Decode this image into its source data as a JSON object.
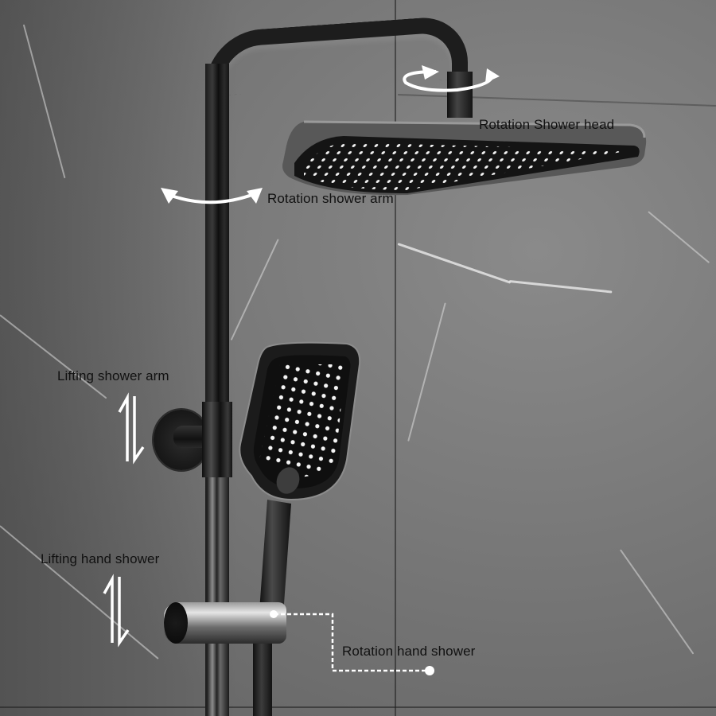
{
  "image": {
    "subject": "Shower system with rotating/lifting features",
    "background": "grey marble tile wall"
  },
  "annotations": [
    {
      "id": "rotation-shower-head",
      "label": "Rotation Shower head",
      "icon": "circular-rotation-arrow-icon"
    },
    {
      "id": "rotation-shower-arm",
      "label": "Rotation shower arm",
      "icon": "double-headed-curved-arrow-icon"
    },
    {
      "id": "lifting-shower-arm",
      "label": "Lifting shower arm",
      "icon": "up-down-arrows-icon"
    },
    {
      "id": "lifting-hand-shower",
      "label": "Lifting hand shower",
      "icon": "up-down-arrows-icon"
    },
    {
      "id": "rotation-hand-shower",
      "label": "Rotation hand shower",
      "icon": "dashed-leader-line-icon"
    }
  ],
  "colors": {
    "fixture": "#1d1d1d",
    "chrome": "#d9d9d9",
    "wall": "#777777",
    "label_text": "#111111",
    "arrow": "#ffffff"
  }
}
